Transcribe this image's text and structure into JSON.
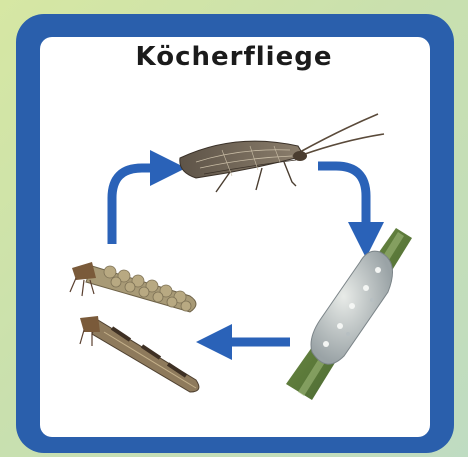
{
  "diagram": {
    "title": "Köcherfliege",
    "stages": [
      {
        "name": "adult-caddisfly-image"
      },
      {
        "name": "egg-mass-on-stem-image"
      },
      {
        "name": "larva-cases-image"
      }
    ],
    "colors": {
      "frame": "#2a5fac",
      "arrow": "#2a62b8",
      "background": "#cfe3ab"
    }
  }
}
